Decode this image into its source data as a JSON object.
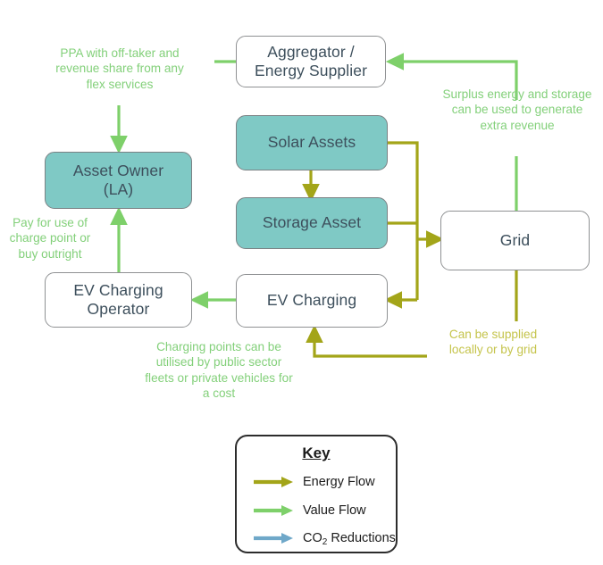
{
  "colors": {
    "energy_flow": "#a3a519",
    "value_flow": "#7ed06a",
    "co2_reductions": "#6fa8c9",
    "node_teal": "#7fc9c5",
    "node_border": "#8f9193",
    "node_text": "#3d4f5c",
    "annot_value": "#83d07a",
    "annot_energy": "#c5c44c",
    "legend_border": "#2c2c2c"
  },
  "nodes": {
    "aggregator": {
      "line1": "Aggregator /",
      "line2": "Energy Supplier"
    },
    "solar": {
      "label": "Solar Assets"
    },
    "storage": {
      "label": "Storage Asset"
    },
    "asset_owner": {
      "line1": "Asset Owner",
      "line2": "(LA)"
    },
    "grid": {
      "label": "Grid"
    },
    "ev_charging_operator": {
      "line1": "EV Charging",
      "line2": "Operator"
    },
    "ev_charging": {
      "label": "EV Charging"
    }
  },
  "annotations": {
    "ppa": "PPA with off-taker and revenue share from any flex services",
    "surplus": "Surplus energy and storage can be used to generate extra revenue",
    "pay_for_use": "Pay for use of charge point or buy outright",
    "charging_points": "Charging points can be utilised by public sector fleets or private vehicles for a cost",
    "supplied": "Can be supplied locally or by grid"
  },
  "legend": {
    "title": "Key",
    "items": [
      {
        "label": "Energy Flow",
        "color": "#a3a519",
        "icon": "arrow-right-icon"
      },
      {
        "label": "Value Flow",
        "color": "#7ed06a",
        "icon": "arrow-right-icon"
      },
      {
        "label": "CO",
        "sub": "2",
        "label_tail": " Reductions",
        "color": "#6fa8c9",
        "icon": "arrow-right-icon"
      }
    ]
  }
}
